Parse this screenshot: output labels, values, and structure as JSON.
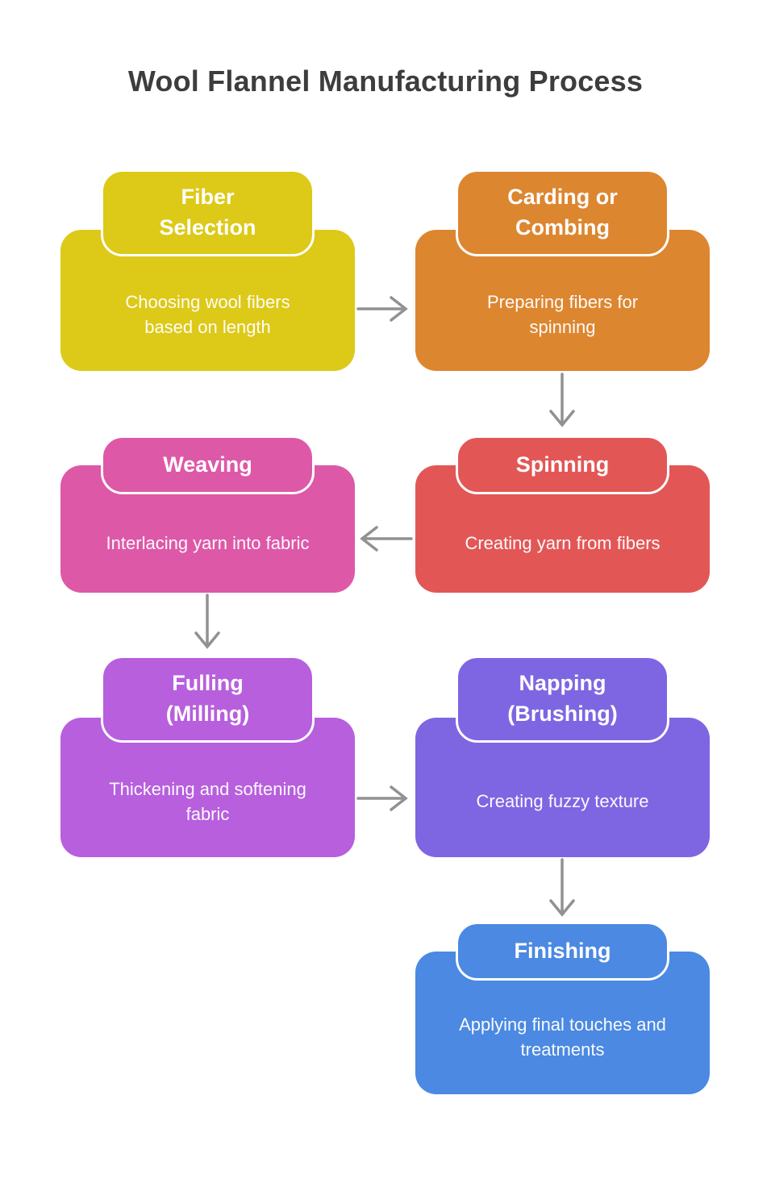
{
  "page": {
    "title": "Wool Flannel Manufacturing Process",
    "title_color": "#3d3d3d",
    "background": "#ffffff"
  },
  "flow": {
    "arrow_color": "#919191",
    "steps": [
      {
        "id": "fiber-selection",
        "title": "Fiber\nSelection",
        "description": "Choosing wool fibers\nbased on length",
        "color": "#ddc918"
      },
      {
        "id": "carding-combing",
        "title": "Carding or\nCombing",
        "description": "Preparing fibers for\nspinning",
        "color": "#dd8630"
      },
      {
        "id": "spinning",
        "title": "Spinning",
        "description": "Creating yarn from fibers",
        "color": "#e25756"
      },
      {
        "id": "weaving",
        "title": "Weaving",
        "description": "Interlacing yarn into fabric",
        "color": "#de58a8"
      },
      {
        "id": "fulling-milling",
        "title": "Fulling\n(Milling)",
        "description": "Thickening and softening\nfabric",
        "color": "#b75fdd"
      },
      {
        "id": "napping-brushing",
        "title": "Napping\n(Brushing)",
        "description": "Creating fuzzy texture",
        "color": "#7e66e2"
      },
      {
        "id": "finishing",
        "title": "Finishing",
        "description": "Applying final touches and\ntreatments",
        "color": "#4b89e2"
      }
    ],
    "edges": [
      {
        "from": "Fiber Selection",
        "to": "Carding or Combing"
      },
      {
        "from": "Carding or Combing",
        "to": "Spinning"
      },
      {
        "from": "Spinning",
        "to": "Weaving"
      },
      {
        "from": "Weaving",
        "to": "Fulling (Milling)"
      },
      {
        "from": "Fulling (Milling)",
        "to": "Napping (Brushing)"
      },
      {
        "from": "Napping (Brushing)",
        "to": "Finishing"
      }
    ]
  }
}
